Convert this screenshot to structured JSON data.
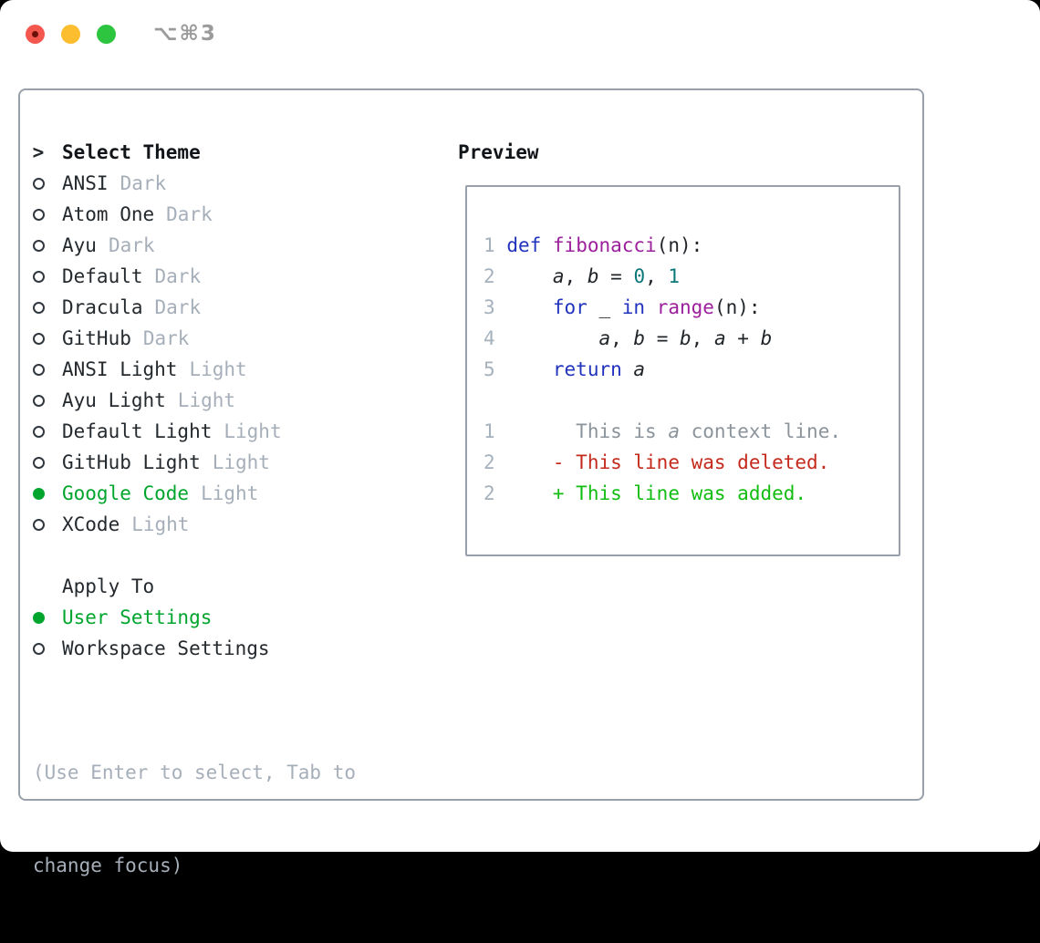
{
  "titlebar": {
    "shortcut": "⌥⌘3"
  },
  "colors": {
    "tl_red": "#f4574d",
    "tl_red_dot": "#6d100a",
    "tl_yellow": "#fcbd2f",
    "tl_green": "#2dc53f",
    "tb_text": "#9b9b9b",
    "border": "#98a1ab",
    "text": "#24292e",
    "muted": "#a6afb9",
    "radio": "#30373f",
    "green": "#00a52d",
    "lineno": "#a5b1bd",
    "kw": "#2133bd",
    "fn": "#9c1f9c",
    "num": "#0a7878",
    "code_plain": "#212529",
    "ctx": "#8b939b",
    "del": "#c42a1c",
    "add": "#12bd12"
  },
  "theme_panel": {
    "header": {
      "marker": ">",
      "label": "Select Theme"
    },
    "themes": [
      {
        "name": "ANSI",
        "variant": "Dark",
        "selected": false
      },
      {
        "name": "Atom One",
        "variant": "Dark",
        "selected": false
      },
      {
        "name": "Ayu",
        "variant": "Dark",
        "selected": false
      },
      {
        "name": "Default",
        "variant": "Dark",
        "selected": false
      },
      {
        "name": "Dracula",
        "variant": "Dark",
        "selected": false
      },
      {
        "name": "GitHub",
        "variant": "Dark",
        "selected": false
      },
      {
        "name": "ANSI Light",
        "variant": "Light",
        "selected": false
      },
      {
        "name": "Ayu Light",
        "variant": "Light",
        "selected": false
      },
      {
        "name": "Default Light",
        "variant": "Light",
        "selected": false
      },
      {
        "name": "GitHub Light",
        "variant": "Light",
        "selected": false
      },
      {
        "name": "Google Code",
        "variant": "Light",
        "selected": true
      },
      {
        "name": "XCode",
        "variant": "Light",
        "selected": false
      }
    ],
    "apply_to": {
      "label": "Apply To",
      "options": [
        {
          "name": "User Settings",
          "selected": true
        },
        {
          "name": "Workspace Settings",
          "selected": false
        }
      ]
    },
    "help_lines": [
      "(Use Enter to select, Tab to",
      "change focus)"
    ]
  },
  "preview": {
    "label": "Preview",
    "code_lines": [
      {
        "num": "1",
        "tokens": [
          {
            "t": "def",
            "c": "kw"
          },
          {
            "t": " ",
            "c": "plain"
          },
          {
            "t": "fibonacci",
            "c": "fn"
          },
          {
            "t": "(n):",
            "c": "plain"
          }
        ]
      },
      {
        "num": "2",
        "tokens": [
          {
            "t": "    ",
            "c": "plain"
          },
          {
            "t": "a",
            "c": "var"
          },
          {
            "t": ", ",
            "c": "plain"
          },
          {
            "t": "b",
            "c": "var"
          },
          {
            "t": " = ",
            "c": "plain"
          },
          {
            "t": "0",
            "c": "num"
          },
          {
            "t": ", ",
            "c": "plain"
          },
          {
            "t": "1",
            "c": "num"
          }
        ]
      },
      {
        "num": "3",
        "tokens": [
          {
            "t": "    ",
            "c": "plain"
          },
          {
            "t": "for",
            "c": "kw"
          },
          {
            "t": " _ ",
            "c": "plain"
          },
          {
            "t": "in",
            "c": "kw"
          },
          {
            "t": " ",
            "c": "plain"
          },
          {
            "t": "range",
            "c": "fn"
          },
          {
            "t": "(n):",
            "c": "plain"
          }
        ]
      },
      {
        "num": "4",
        "tokens": [
          {
            "t": "        ",
            "c": "plain"
          },
          {
            "t": "a",
            "c": "var"
          },
          {
            "t": ", ",
            "c": "plain"
          },
          {
            "t": "b",
            "c": "var"
          },
          {
            "t": " = ",
            "c": "plain"
          },
          {
            "t": "b",
            "c": "var"
          },
          {
            "t": ", ",
            "c": "plain"
          },
          {
            "t": "a",
            "c": "var"
          },
          {
            "t": " + ",
            "c": "plain"
          },
          {
            "t": "b",
            "c": "var"
          }
        ]
      },
      {
        "num": "5",
        "tokens": [
          {
            "t": "    ",
            "c": "plain"
          },
          {
            "t": "return",
            "c": "kw"
          },
          {
            "t": " ",
            "c": "plain"
          },
          {
            "t": "a",
            "c": "var"
          }
        ]
      },
      {
        "num": "",
        "tokens": []
      },
      {
        "num": "1",
        "tokens": [
          {
            "t": "      This is ",
            "c": "ctx"
          },
          {
            "t": "a",
            "c": "ctxvar"
          },
          {
            "t": " context line.",
            "c": "ctx"
          }
        ]
      },
      {
        "num": "2",
        "tokens": [
          {
            "t": "    - This line was deleted.",
            "c": "del"
          }
        ]
      },
      {
        "num": "2",
        "tokens": [
          {
            "t": "    + This line was added.",
            "c": "add"
          }
        ]
      }
    ]
  }
}
